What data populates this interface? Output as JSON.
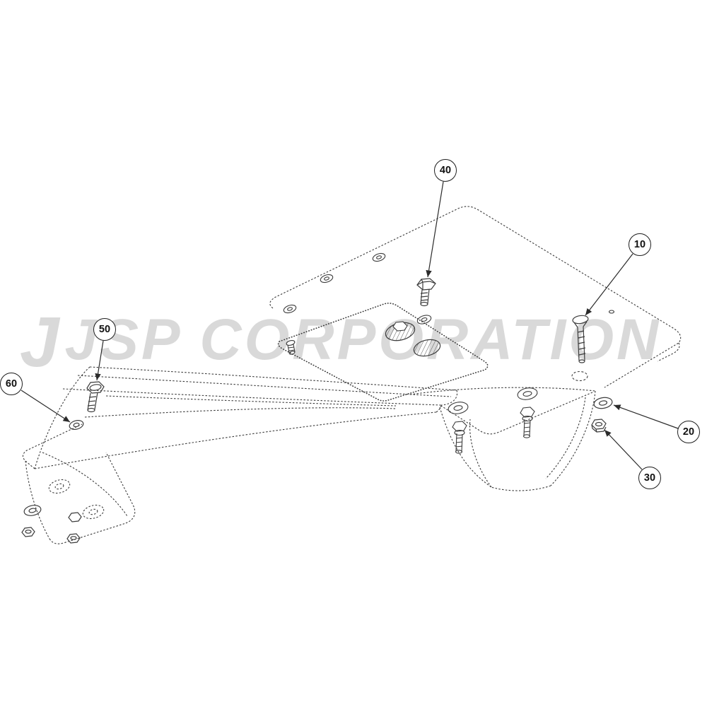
{
  "watermark": {
    "logo": "J",
    "text": "JSP CORPORATION"
  },
  "callouts": [
    {
      "label": "10"
    },
    {
      "label": "20"
    },
    {
      "label": "30"
    },
    {
      "label": "40"
    },
    {
      "label": "50"
    },
    {
      "label": "60"
    }
  ],
  "colors": {
    "line": "#3c3c3c",
    "watermark": "#d9d9d9",
    "leader": "#2b2b2b"
  }
}
